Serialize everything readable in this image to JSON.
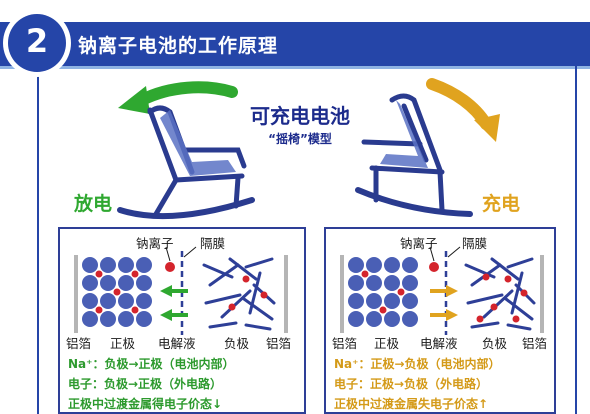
{
  "header": {
    "number": "2",
    "title": "钠离子电池的工作原理"
  },
  "center": {
    "title": "可充电电池",
    "subtitle": "“摇椅”模型"
  },
  "modes": {
    "discharge": "放电",
    "charge": "充电"
  },
  "colors": {
    "header_blue": "#2545a8",
    "navy": "#1c2b8c",
    "discharge_green": "#2fa830",
    "charge_yellow": "#e0a31f",
    "ion_red": "#d4242c",
    "sphere_blue": "#4a5fb5"
  },
  "panels": {
    "discharge": {
      "labels": {
        "sodium_ion": "钠离子",
        "separator": "隔膜",
        "al_foil_left": "铝箔",
        "cathode": "正极",
        "electrolyte": "电解液",
        "anode": "负极",
        "al_foil_right": "铝箔"
      },
      "lines": [
        "Na⁺：负极→正极（电池内部）",
        "电子：负极→正极（外电路）",
        "正极中过渡金属得电子价态↓"
      ]
    },
    "charge": {
      "labels": {
        "sodium_ion": "钠离子",
        "separator": "隔膜",
        "al_foil_left": "铝箔",
        "cathode": "正极",
        "electrolyte": "电解液",
        "anode": "负极",
        "al_foil_right": "铝箔"
      },
      "lines": [
        "Na⁺：正极→负极（电池内部）",
        "电子：正极→负极（外电路）",
        "正极中过渡金属失电子价态↑"
      ]
    }
  }
}
